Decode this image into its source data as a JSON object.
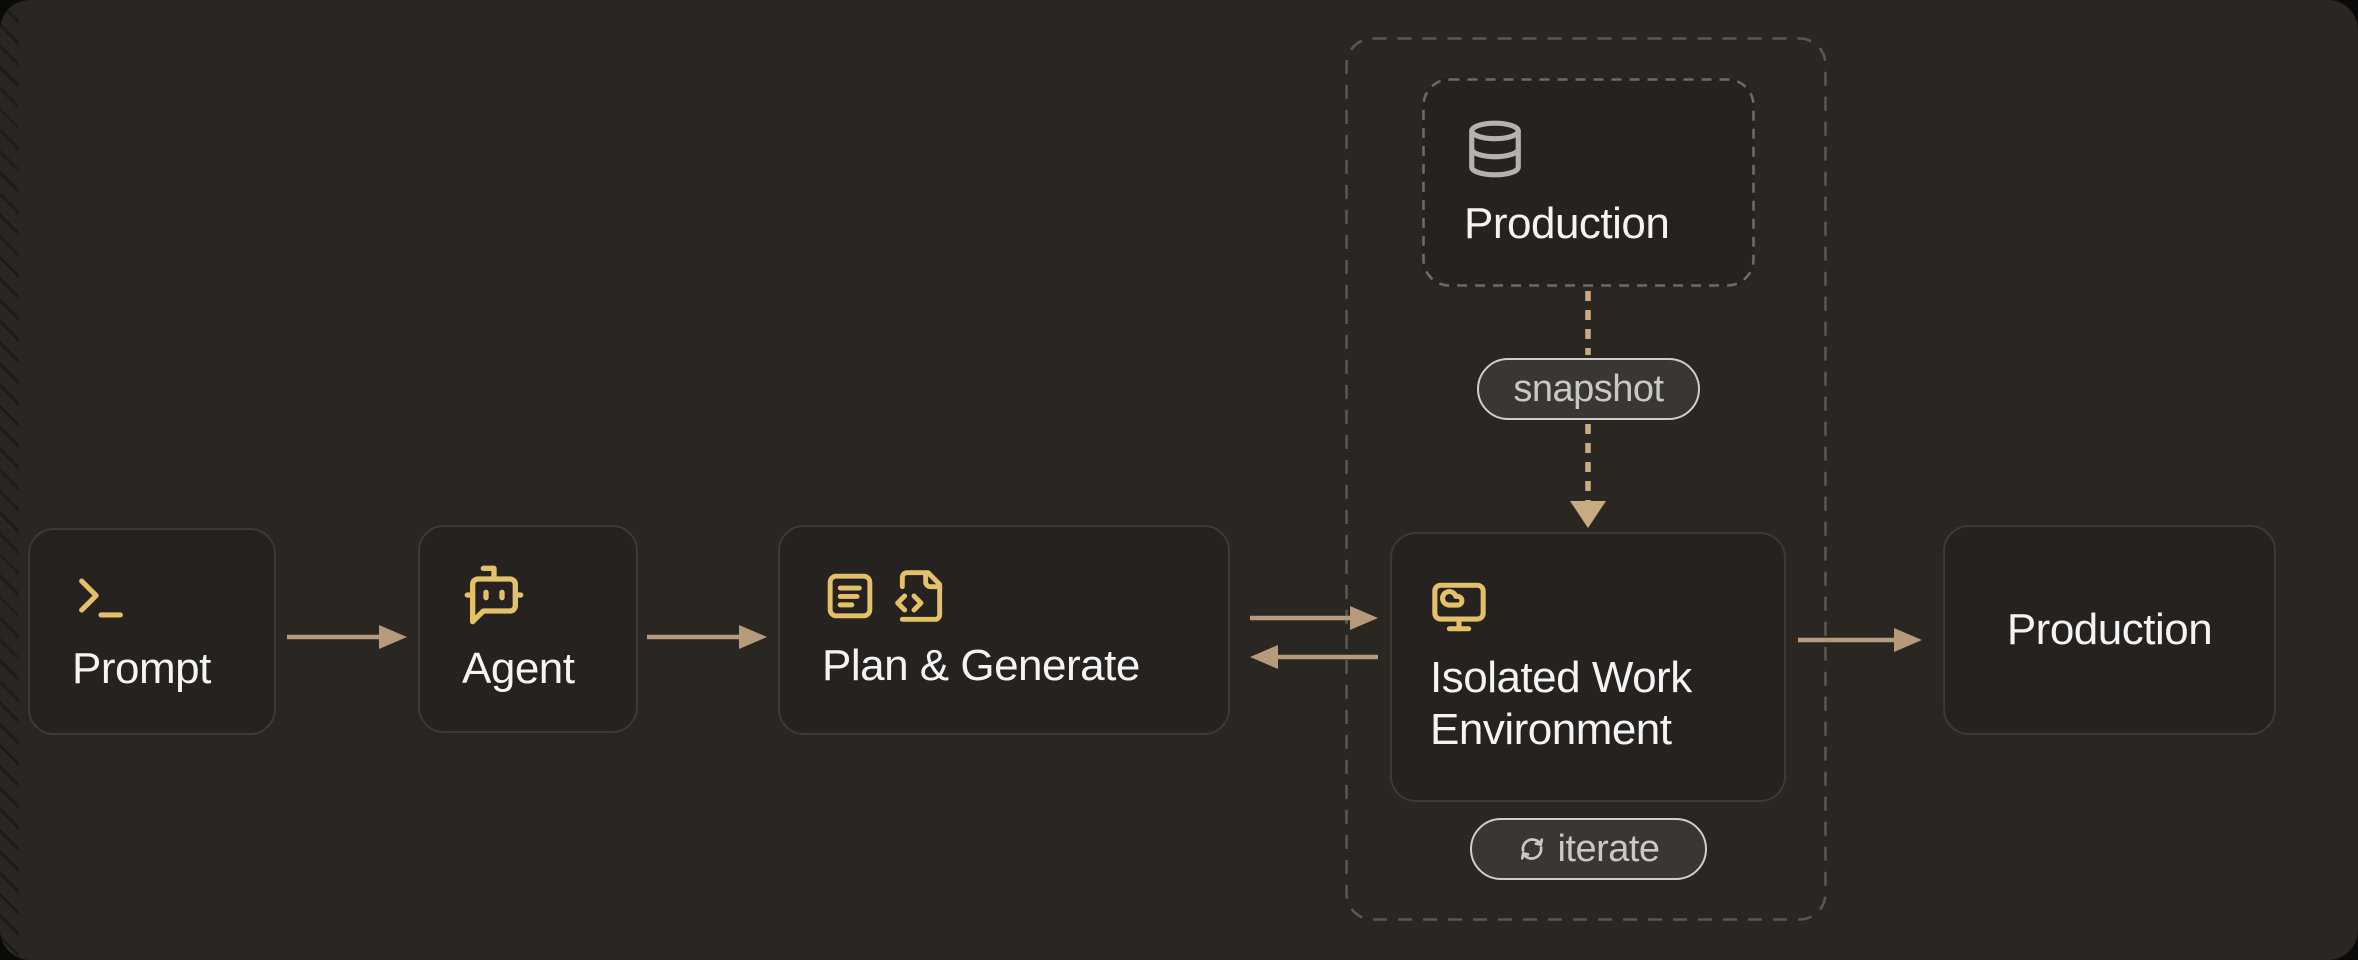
{
  "diagram": {
    "title": "Agent isolated work environment flow",
    "colors": {
      "canvas_background": "#2a2621",
      "node_background": "#252220",
      "node_border": "#3d3933",
      "accent_gold": "#e4c169",
      "arrow_tan": "#b59a7c",
      "dashed_connector_tan": "#c9ab83",
      "group_dash_gray": "#5a5751",
      "node_dash_gray": "#6e6b66",
      "icon_gray": "#b4b2ae",
      "pill_border": "#cfcec9",
      "pill_text": "#c9c8c4",
      "label_white": "#f5f4f2"
    },
    "nodes": {
      "prompt": {
        "label": "Prompt",
        "icon": "terminal-icon"
      },
      "agent": {
        "label": "Agent",
        "icon": "bot-icon"
      },
      "plan_generate": {
        "label": "Plan & Generate",
        "icons": [
          "notebook-text-icon",
          "file-code-icon"
        ]
      },
      "production_db": {
        "label": "Production",
        "icon": "database-icon"
      },
      "isolated_env": {
        "label": "Isolated Work Environment",
        "icon": "monitor-cloud-icon"
      },
      "production_out": {
        "label": "Production"
      }
    },
    "badges": {
      "snapshot": {
        "label": "snapshot"
      },
      "iterate": {
        "label": "iterate",
        "icon": "refresh-icon"
      }
    },
    "edges": [
      {
        "from": "Prompt",
        "to": "Agent",
        "style": "solid-arrow"
      },
      {
        "from": "Agent",
        "to": "Plan & Generate",
        "style": "solid-arrow"
      },
      {
        "from": "Plan & Generate",
        "to": "Isolated Work Environment",
        "style": "double-arrow"
      },
      {
        "from": "Production",
        "to": "Isolated Work Environment",
        "style": "dashed-arrow",
        "label": "snapshot"
      },
      {
        "from": "Isolated Work Environment",
        "to": "Production",
        "style": "solid-arrow"
      }
    ]
  }
}
